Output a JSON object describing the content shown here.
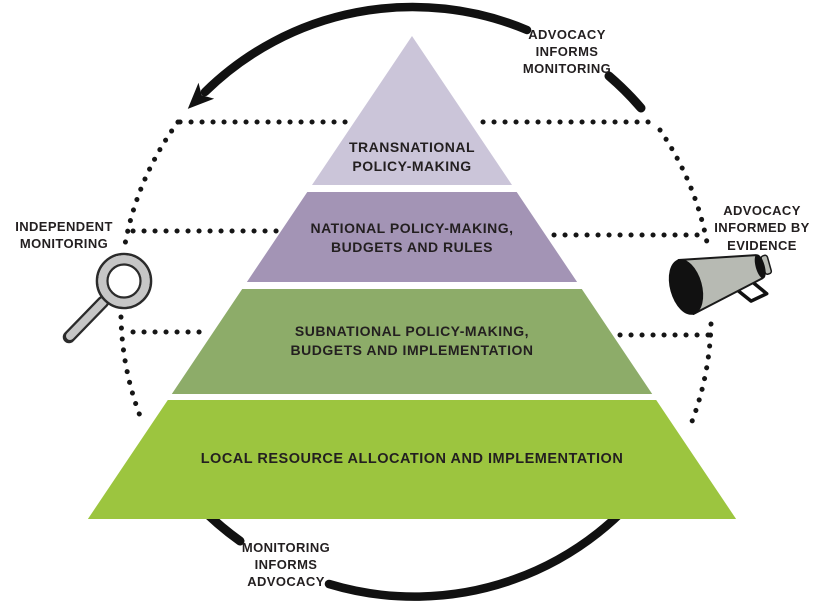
{
  "pyramid": {
    "levels": [
      {
        "id": "transnational",
        "lines": [
          "TRANSNATIONAL",
          "POLICY-MAKING"
        ],
        "color": "#cbc5d9"
      },
      {
        "id": "national",
        "lines": [
          "NATIONAL POLICY-MAKING,",
          "BUDGETS AND RULES"
        ],
        "color": "#a394b5"
      },
      {
        "id": "subnational",
        "lines": [
          "SUBNATIONAL POLICY-MAKING,",
          "BUDGETS AND IMPLEMENTATION"
        ],
        "color": "#8dac69"
      },
      {
        "id": "local",
        "lines": [
          "LOCAL RESOURCE ALLOCATION AND IMPLEMENTATION"
        ],
        "color": "#9cc53f"
      }
    ]
  },
  "outer_labels": {
    "advocacy_informs_monitoring": {
      "lines": [
        "ADVOCACY",
        "INFORMS",
        "MONITORING"
      ]
    },
    "independent_monitoring": {
      "lines": [
        "INDEPENDENT",
        "MONITORING"
      ]
    },
    "advocacy_informed_by_evidence": {
      "lines": [
        "ADVOCACY",
        "INFORMED BY",
        "EVIDENCE"
      ]
    },
    "monitoring_informs_advocacy": {
      "lines": [
        "MONITORING",
        "INFORMS",
        "ADVOCACY"
      ]
    }
  },
  "icons": {
    "left": "magnifying-glass-icon",
    "right": "megaphone-icon"
  },
  "colors": {
    "text": "#231f20",
    "arrow": "#111111",
    "dots": "#151515",
    "icon_outline": "#2b2b2b",
    "magnifier_gray": "#c6c6c6",
    "megaphone_gray": "#b7bab3",
    "background": "#ffffff"
  }
}
